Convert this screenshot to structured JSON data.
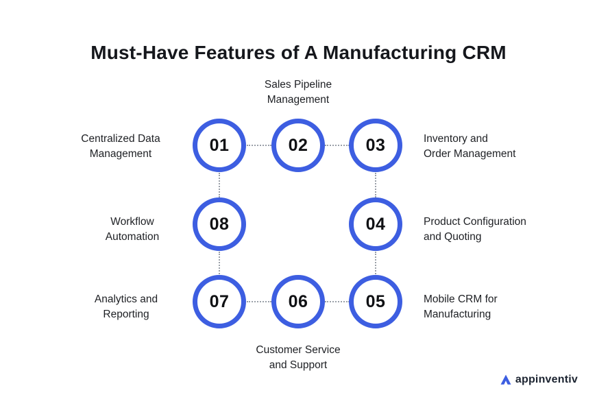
{
  "title": "Must-Have Features of A Manufacturing CRM",
  "colors": {
    "accent_blue": "#3d5ee1",
    "number_text": "#101114",
    "label_text": "#1d1f23",
    "connector_gray": "#9aa0a8"
  },
  "features": [
    {
      "number": "01",
      "label": "Centralized Data\nManagement"
    },
    {
      "number": "02",
      "label": "Sales Pipeline\nManagement"
    },
    {
      "number": "03",
      "label": "Inventory and\nOrder Management"
    },
    {
      "number": "04",
      "label": "Product Configuration\nand Quoting"
    },
    {
      "number": "05",
      "label": "Mobile CRM for\nManufacturing"
    },
    {
      "number": "06",
      "label": "Customer Service\nand Support"
    },
    {
      "number": "07",
      "label": "Analytics and\nReporting"
    },
    {
      "number": "08",
      "label": "Workflow\nAutomation"
    }
  ],
  "logo": {
    "text": "appinventiv"
  }
}
